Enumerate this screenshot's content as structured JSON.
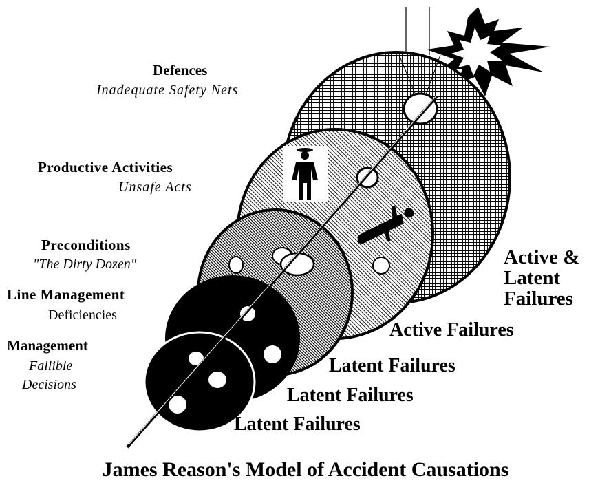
{
  "title": "James Reason's Model of Accident Causations",
  "layers": [
    {
      "name": "Defences",
      "subtitle": "Inadequate Safety Nets",
      "failure": "Active & Latent Failures",
      "failure_lines": [
        "Active &",
        "Latent",
        "Failures"
      ]
    },
    {
      "name": "Productive Activities",
      "subtitle": "Unsafe Acts",
      "failure": "Active Failures"
    },
    {
      "name": "Preconditions",
      "subtitle": "\"The Dirty Dozen\"",
      "failure": "Latent Failures"
    },
    {
      "name": "Line Management",
      "subtitle": "Deficiencies",
      "failure": "Latent Failures"
    },
    {
      "name": "Management",
      "subtitle": "Fallible Decisions",
      "subtitle_lines": [
        "Fallible",
        "Decisions"
      ],
      "failure": "Latent Failures"
    }
  ],
  "colors": {
    "ink": "#000000",
    "paper": "#ffffff"
  },
  "icons": [
    "explosion-icon",
    "standing-person-icon",
    "falling-person-icon"
  ]
}
